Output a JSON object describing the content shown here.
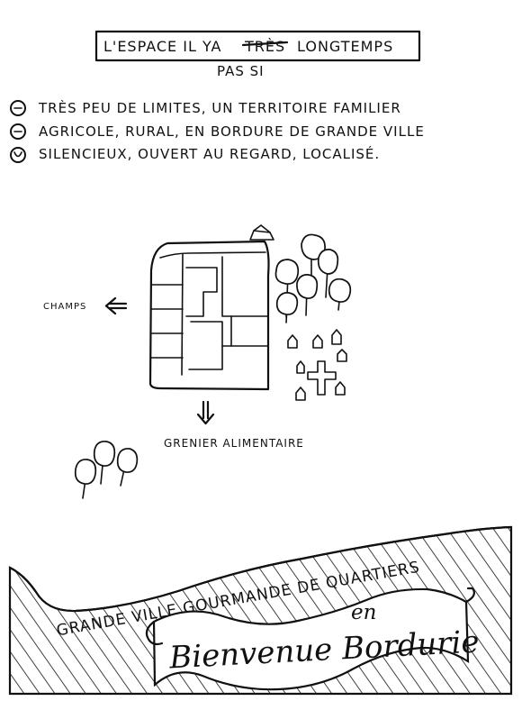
{
  "title": {
    "part1": "L'ESPACE IL YA",
    "struck": "TRÈS",
    "part2": "LONGTEMPS",
    "correction": "PAS SI"
  },
  "bullets": [
    "TRÈS PEU DE LIMITES, UN TERRITOIRE FAMILIER",
    "AGRICOLE, RURAL, EN BORDURE DE GRANDE VILLE",
    "SILENCIEUX, OUVERT AU REGARD, LOCALISÉ."
  ],
  "labels": {
    "fields": "CHAMPS",
    "granary": "GRENIER ALIMENTAIRE",
    "city": "GRANDE VILLE GOURMANDE DE QUARTIERS"
  },
  "banner": {
    "small": "en",
    "large": "Bienvenue Bordurie"
  },
  "icons": {
    "left_arrow": "double-left-arrow-icon",
    "down_arrow": "double-down-arrow-icon",
    "cross": "cross-icon",
    "bullet": "circle-bullet-icon"
  },
  "colors": {
    "ink": "#111111",
    "paper": "#ffffff"
  }
}
